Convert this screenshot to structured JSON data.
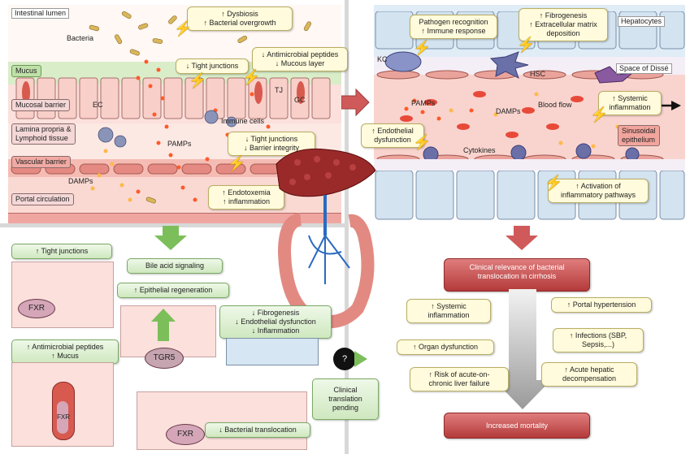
{
  "colors": {
    "mucosa": "#f7d6d3",
    "vascular": "#f0a6a0",
    "mucus": "#c8e6b4",
    "hepato": "#d6e6f2",
    "sinusoid": "#f8c9c2",
    "red_box": "#c04a4a",
    "green_arrow": "#7cbf5a"
  },
  "gut": {
    "intestinal_lumen": "Intestinal lumen",
    "bacteria": "Bacteria",
    "mucus": "Mucus",
    "mucosal_barrier": "Mucosal barrier",
    "ec": "EC",
    "tj": "TJ",
    "gc": "GC",
    "lamina_propria": "Lamina propria &\nLymphoid tissue",
    "vascular_barrier": "Vascular barrier",
    "portal_circulation": "Portal circulation",
    "immune_cells": "Immune cells",
    "pamps": "PAMPs",
    "damps": "DAMPs",
    "box_dysbiosis": "↑ Dysbiosis\n↑ Bacterial overgrowth",
    "box_tight": "↓ Tight junctions",
    "box_antimicrobial": "↓ Antimicrobial peptides\n↓ Mucous layer",
    "box_barrier": "↓ Tight junctions\n↓ Barrier integrity",
    "box_endotox": "↑ Endotoxemia\n↑ inflammation"
  },
  "liver": {
    "pathogen": "Pathogen recognition\n↑ Immune response",
    "fibro": "↑ Fibrogenesis\n↑ Extracellular matrix\ndeposition",
    "hepatocytes": "Hepatocytes",
    "space_disse": "Space of Dissé",
    "kc": "KC",
    "hsc": "HSC",
    "pamps": "PAMPs",
    "damps": "DAMPs",
    "blood_flow": "Blood flow",
    "systemic": "↑ Systemic\ninflammation",
    "sinusoidal": "Sinusoidal\nepithelium",
    "endothelial": "↑ Endothelial\ndysfunction",
    "cytokines": "Cytokines",
    "activation": "↑ Activation of\ninflammatory pathways"
  },
  "treat": {
    "tight": "↑ Tight junctions",
    "fxr1": "FXR",
    "antimicrobial": "↑ Antimicrobial peptides\n↑ Mucus",
    "fxr2": "FXR",
    "bile": "Bile acid signaling",
    "epithelial": "↑ Epithelial regeneration",
    "tgr5": "TGR5",
    "fibro": "↓ Fibrogenesis\n↓ Endothelial dysfunction\n↓ Inflammation",
    "fxr3": "FXR",
    "bacterial": "↓ Bacterial translocation",
    "question": "?",
    "clinical": "Clinical\ntranslation\npending"
  },
  "clinical": {
    "header": "Clinical relevance of bacterial\ntranslocation in cirrhosis",
    "systemic": "↑ Systemic\ninflammation",
    "portal": "↑ Portal hypertension",
    "organ": "↑ Organ dysfunction",
    "infections": "↑ Infections (SBP,\nSepsis,...)",
    "aclf": "↑ Risk of acute-on-\nchronic liver failure",
    "decomp": "↑ Acute hepatic\ndecompensation",
    "mortality": "Increased mortality"
  }
}
